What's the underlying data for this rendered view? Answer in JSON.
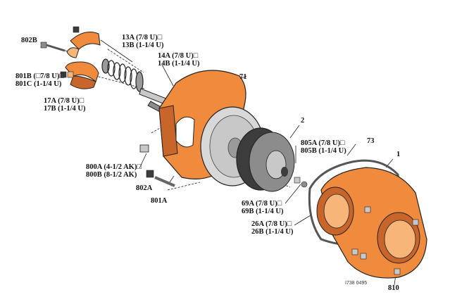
{
  "labels": {
    "p802B": "802B",
    "p801B": "801B (□7/8 U)□",
    "p801C": "801C (1-1/4 U)",
    "p17A": "17A (7/8 U)□",
    "p17B": "17B (1-1/4 U)",
    "p13A": "13A (7/8 U)□",
    "p13B": "13B (1-1/4 U)",
    "p14A": "14A (7/8 U)□",
    "p14B": "14B (1-1/4 U)",
    "p71": "71",
    "p2": "2",
    "p805A": "805A (7/8 U)□",
    "p805B": "805B (1-1/4 U)",
    "p73": "73",
    "p1": "1",
    "p800A": "800A (4-1/2 AK)□",
    "p800B": "800B (8-1/2 AK)",
    "p802A": "802A",
    "p801A": "801A",
    "p69A": "69A (7/8 U)□",
    "p69B": "69B (1-1/4 U)",
    "p26A": "26A (7/8 U)□",
    "p26B": "26B (1-1/4 U)",
    "p810": "810"
  },
  "drawing_ref": "I738 0495",
  "colors": {
    "part_orange": "#f08a3c",
    "part_orange_dark": "#c7652a",
    "part_orange_light": "#f8b57a",
    "steel_gray": "#8c8c8c",
    "dark_gray": "#3c3c3c",
    "light_gray": "#c8c8c8",
    "line": "#222222"
  }
}
